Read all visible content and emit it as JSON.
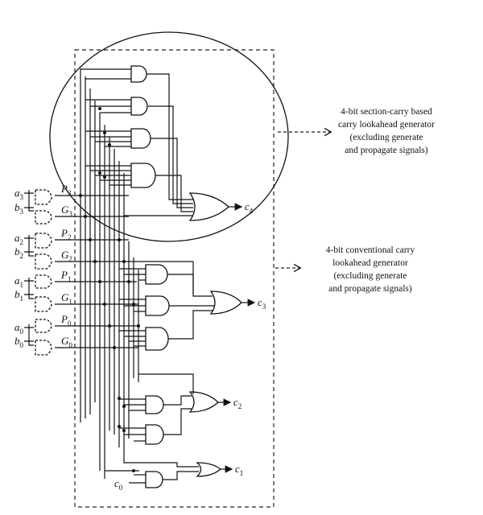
{
  "annotations": {
    "section_carry": {
      "line1": "4-bit section-carry based",
      "line2": "carry lookahead generator",
      "line3": "(excluding generate",
      "line4": "and propagate signals)"
    },
    "conventional": {
      "line1": "4-bit conventional carry",
      "line2": "lookahead generator",
      "line3": "(excluding generate",
      "line4": "and propagate signals)"
    }
  },
  "inputs": [
    {
      "a": "a",
      "b": "b",
      "idx": "3",
      "p": "P",
      "g": "G"
    },
    {
      "a": "a",
      "b": "b",
      "idx": "2",
      "p": "P",
      "g": "G"
    },
    {
      "a": "a",
      "b": "b",
      "idx": "1",
      "p": "P",
      "g": "G"
    },
    {
      "a": "a",
      "b": "b",
      "idx": "0",
      "p": "P",
      "g": "G"
    }
  ],
  "outputs": {
    "c4": {
      "base": "c",
      "idx": "4"
    },
    "c3": {
      "base": "c",
      "idx": "3"
    },
    "c2": {
      "base": "c",
      "idx": "2"
    },
    "c1": {
      "base": "c",
      "idx": "1"
    },
    "c0": {
      "base": "c",
      "idx": "0"
    }
  }
}
